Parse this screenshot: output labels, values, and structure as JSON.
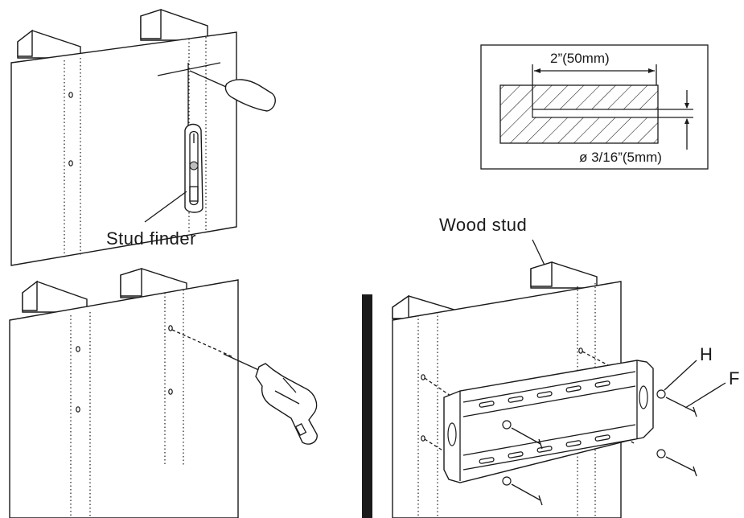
{
  "labels": {
    "stud_finder": "Stud  finder",
    "wood_stud": "Wood stud",
    "part_h": "H",
    "part_f": "F"
  },
  "dimension_detail": {
    "depth": "2”(50mm)",
    "diameter": "ø 3/16”(5mm)"
  },
  "panels": [
    {
      "name": "locate-stud",
      "tool": "stud-finder-icon"
    },
    {
      "name": "mark-detail",
      "tool": "drill-hole-cross-section"
    },
    {
      "name": "drill-pilot-holes",
      "tool": "drill-icon"
    },
    {
      "name": "mount-bracket",
      "tool": "wall-bracket-icon"
    }
  ]
}
